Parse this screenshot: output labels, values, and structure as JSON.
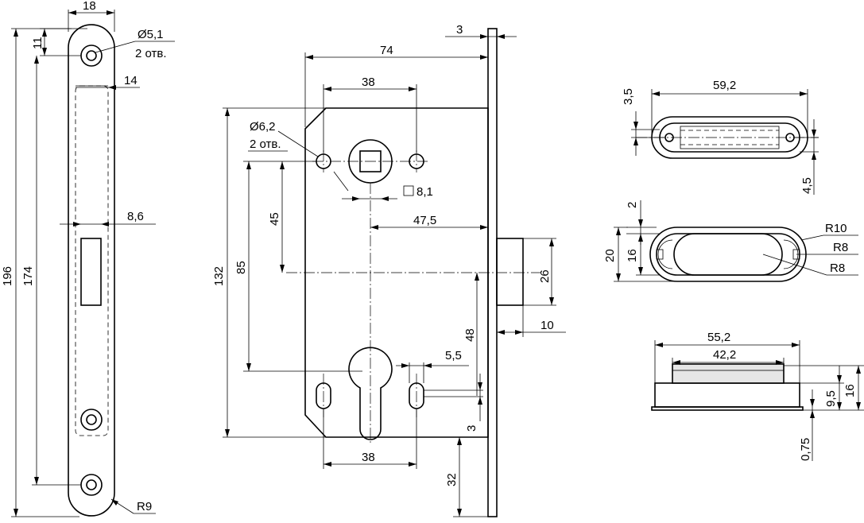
{
  "faceplate": {
    "width": "18",
    "hole_top_offset": "11",
    "hole_diameter": "Ø5,1",
    "hole_count": "2 отв.",
    "strike_width": "14",
    "latch_slot_width": "8,6",
    "total_length": "196",
    "hole_spacing": "174",
    "corner_radius": "R9"
  },
  "lock_body": {
    "plate_thickness": "3",
    "backset": "74",
    "mount_hole_spacing_top": "38",
    "mount_hole_diameter": "Ø6,2",
    "mount_hole_count": "2 отв.",
    "spindle_square": "8,1",
    "body_height": "132",
    "spindle_to_latch": "45",
    "spindle_to_cylinder": "85",
    "latch_offset": "47,5",
    "latch_height": "26",
    "latch_projection": "10",
    "cylinder_to_latch": "48",
    "slot_width": "5,5",
    "slot_offset": "3",
    "mount_hole_spacing_bottom": "38",
    "bottom_offset": "32"
  },
  "strike_plate": {
    "length": "59,2",
    "height_offset": "3,5",
    "hole_offset": "4,5"
  },
  "latch_cover": {
    "wall": "2",
    "outer_height": "20",
    "inner_height": "16",
    "radius_outer": "R10",
    "radius_mid": "R8",
    "radius_inner": "R8"
  },
  "latch_box": {
    "outer_length": "55,2",
    "inner_length": "42,2",
    "total_height": "16",
    "inner_height": "9,5",
    "flange": "0,75"
  }
}
